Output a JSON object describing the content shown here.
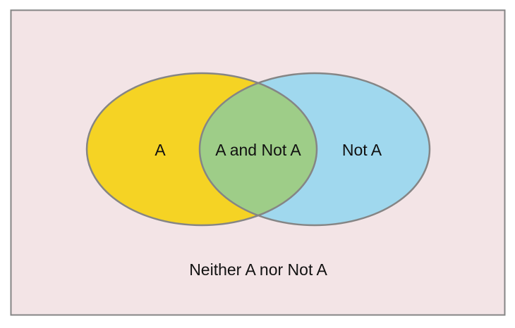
{
  "diagram": {
    "labels": {
      "left": "A",
      "overlap": "A and Not A",
      "right": "Not A",
      "outside": "Neither A nor Not A"
    },
    "colors": {
      "background": "#f3e4e6",
      "left": "#f5d324",
      "right": "#a0d8ee",
      "overlap": "#9ecd88",
      "stroke": "#858585"
    }
  }
}
